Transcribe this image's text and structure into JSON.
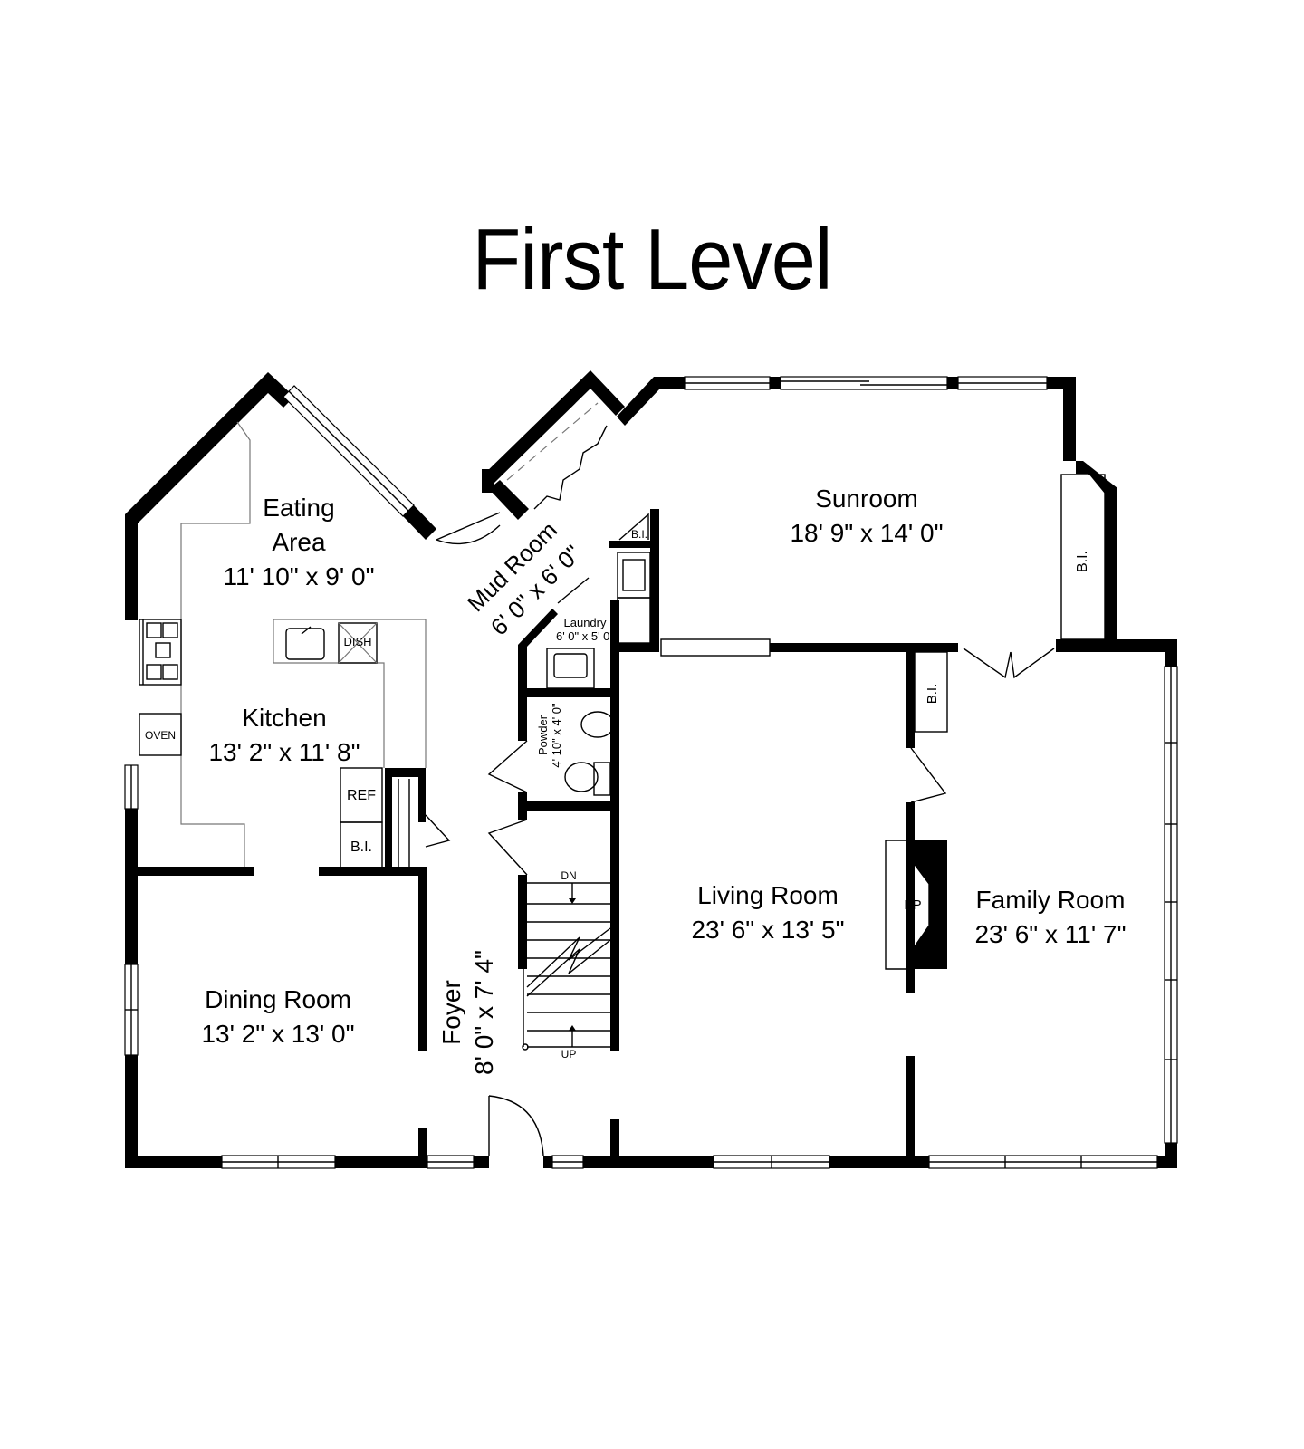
{
  "title": "First Level",
  "rooms": {
    "eating": {
      "name_l1": "Eating",
      "name_l2": "Area",
      "dims": "11' 10\" x 9' 0\""
    },
    "kitchen": {
      "name": "Kitchen",
      "dims": "13' 2\" x 11' 8\""
    },
    "dining": {
      "name": "Dining Room",
      "dims": "13' 2\" x 13' 0\""
    },
    "mud": {
      "name": "Mud Room",
      "dims": "6' 0\" x 6' 0\""
    },
    "sunroom": {
      "name": "Sunroom",
      "dims": "18' 9\" x 14' 0\""
    },
    "laundry": {
      "name": "Laundry",
      "dims": "6' 0\" x 5' 0\""
    },
    "powder": {
      "name": "Powder",
      "dims": "4' 10\" x 4' 0\""
    },
    "foyer": {
      "name": "Foyer",
      "dims": "8' 0\" x 7' 4\""
    },
    "living": {
      "name": "Living Room",
      "dims": "23' 6\" x 13' 5\""
    },
    "family": {
      "name": "Family Room",
      "dims": "23' 6\" x 11' 7\""
    }
  },
  "fixtures": {
    "dish": "DISH",
    "oven": "OVEN",
    "ref": "REF",
    "bi": "B.I.",
    "fp": "FP",
    "dn": "DN",
    "up": "UP"
  }
}
